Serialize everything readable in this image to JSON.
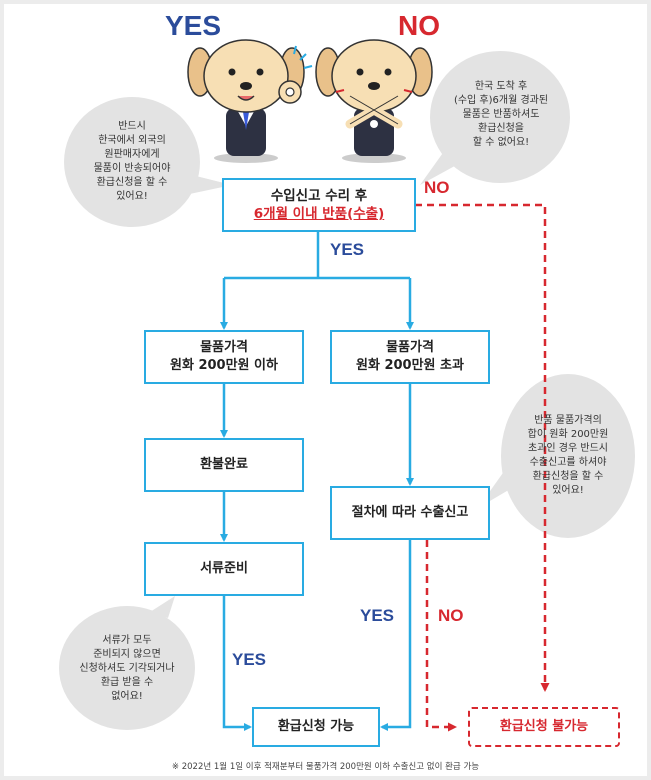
{
  "header": {
    "yes_label": "YES",
    "no_label": "NO"
  },
  "boxes": {
    "start_line1": "수입신고 수리 후",
    "start_line2": "6개월 이내 반품(수출)",
    "price_under_line1": "물품가격",
    "price_under_line2": "원화 200만원 이하",
    "price_over_line1": "물품가격",
    "price_over_line2": "원화 200만원 초과",
    "refund_done": "환불완료",
    "export_declare": "절차에 따라 수출신고",
    "documents": "서류준비",
    "refund_possible": "환급신청 가능",
    "refund_impossible": "환급신청 불가능"
  },
  "arrow_labels": {
    "no_top": "NO",
    "yes_main": "YES",
    "yes_export": "YES",
    "no_export": "NO",
    "yes_docs": "YES"
  },
  "bubbles": {
    "left_top": "반드시\n한국에서 외국의\n원판매자에게\n물품이 반송되어야\n환급신청을 할 수\n있어요!",
    "right_top": "한국 도착 후\n(수입 후)6개월 경과된\n물품은 반품하셔도\n환급신청을\n할 수 없어요!",
    "right_mid": "반품 물품가격의\n합이 원화 200만원\n초과인 경우 반드시\n수출신고를 하셔야\n환급신청을 할 수\n있어요!",
    "left_bottom": "서류가 모두\n준비되지 않으면\n신청하셔도 기각되거나\n환급 받을 수\n없어요!"
  },
  "footnote": "※ 2022년 1월 1일 이후 적재분부터 물품가격 200만원 이하 수출신고 없이 환급 가능",
  "colors": {
    "blue": "#29abe2",
    "navy": "#2b4c9b",
    "red": "#d7282f",
    "bubble": "#e3e3e3"
  },
  "icons": [
    "ok-gesture-dog-icon",
    "x-gesture-dog-icon"
  ]
}
